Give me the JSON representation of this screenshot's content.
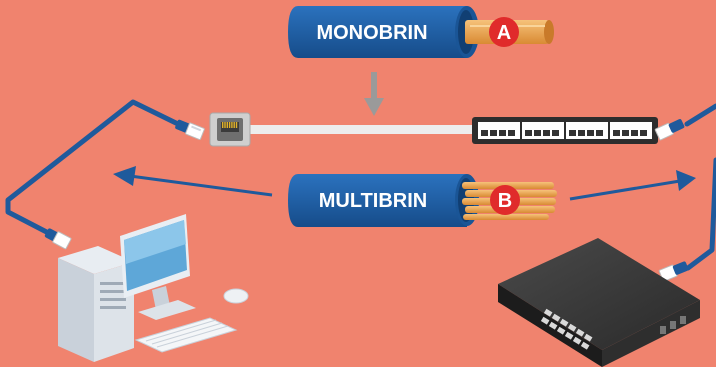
{
  "colors": {
    "background": "#F0836E",
    "cable_blue": "#1F5A9C",
    "capsule_blue": "#1E5FA6",
    "copper": "#E8A14A",
    "badge_red": "#E02B2B",
    "arrow_blue": "#1F5A9C",
    "arrow_gray": "#9A9A9A"
  },
  "labels": {
    "mono": {
      "text": "MONOBRIN",
      "badge": "A"
    },
    "multi": {
      "text": "MULTIBRIN",
      "badge": "B"
    }
  },
  "icons": [
    "rj45-jack-icon",
    "patch-panel-icon",
    "network-switch-icon",
    "desktop-computer-icon",
    "rj45-plug-icon"
  ]
}
